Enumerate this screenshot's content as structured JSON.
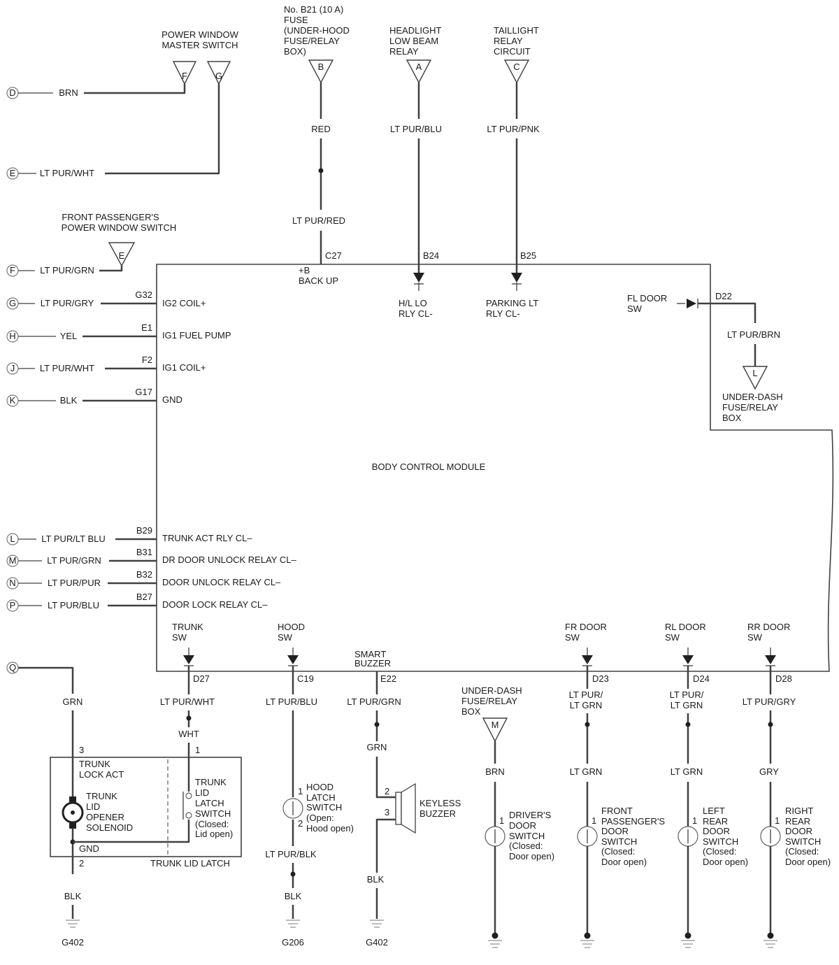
{
  "module": {
    "name": "BODY CONTROL MODULE",
    "top_pins": {
      "c27": "C27",
      "c27_func_1": "+B",
      "c27_func_2": "BACK UP",
      "b24": "B24",
      "b24_func_1": "H/L LO",
      "b24_func_2": "RLY CL-",
      "b25": "B25",
      "b25_func_1": "PARKING LT",
      "b25_func_2": "RLY CL-"
    },
    "fl_door": {
      "label_1": "FL DOOR",
      "label_2": "SW",
      "pin": "D22",
      "wire": "LT PUR/BRN",
      "dest_letter": "L",
      "dest_1": "UNDER-DASH",
      "dest_2": "FUSE/RELAY",
      "dest_3": "BOX"
    },
    "left_pins": [
      {
        "conn": "G",
        "wire": "LT PUR/GRY",
        "pin": "G32",
        "func": "IG2 COIL+"
      },
      {
        "conn": "H",
        "wire": "YEL",
        "pin": "E1",
        "func": "IG1 FUEL PUMP"
      },
      {
        "conn": "J",
        "wire": "LT PUR/WHT",
        "pin": "F2",
        "func": "IG1 COIL+"
      },
      {
        "conn": "K",
        "wire": "BLK",
        "pin": "G17",
        "func": "GND"
      },
      {
        "conn": "L",
        "wire": "LT PUR/LT BLU",
        "pin": "B29",
        "func": "TRUNK ACT RLY CL–"
      },
      {
        "conn": "M",
        "wire": "LT PUR/GRN",
        "pin": "B31",
        "func": "DR DOOR UNLOCK RELAY CL–"
      },
      {
        "conn": "N",
        "wire": "LT PUR/PUR",
        "pin": "B32",
        "func": "DOOR UNLOCK RELAY CL–"
      },
      {
        "conn": "P",
        "wire": "LT PUR/BLU",
        "pin": "B27",
        "func": "DOOR LOCK RELAY CL–"
      }
    ]
  },
  "top_sources": {
    "fuse": {
      "l1": "No. B21 (10 A)",
      "l2": "FUSE",
      "l3": "(UNDER-HOOD",
      "l4": "FUSE/RELAY",
      "l5": "BOX)",
      "letter": "B",
      "wire_1": "RED",
      "wire_2": "LT PUR/RED"
    },
    "headlight": {
      "l1": "HEADLIGHT",
      "l2": "LOW BEAM",
      "l3": "RELAY",
      "letter": "A",
      "wire": "LT PUR/BLU"
    },
    "taillight": {
      "l1": "TAILLIGHT",
      "l2": "RELAY",
      "l3": "CIRCUIT",
      "letter": "C",
      "wire": "LT PUR/PNK"
    }
  },
  "power_window_master": {
    "l1": "POWER WINDOW",
    "l2": "MASTER SWITCH",
    "f": "F",
    "g": "G"
  },
  "front_passenger_window": {
    "l1": "FRONT PASSENGER'S",
    "l2": "POWER WINDOW SWITCH",
    "letter": "E"
  },
  "left_connectors": {
    "d": "D",
    "d_wire": "BRN",
    "e": "E",
    "e_wire": "LT PUR/WHT",
    "f": "F",
    "f_wire": "LT PUR/GRN"
  },
  "bottom": {
    "trunk_sw": {
      "l1": "TRUNK",
      "l2": "SW",
      "pin": "D27",
      "wire_1": "LT PUR/WHT",
      "wire_2": "WHT",
      "pin_num": "1"
    },
    "hood_sw": {
      "l1": "HOOD",
      "l2": "SW",
      "pin": "C19",
      "wire_1": "LT PUR/BLU",
      "wire_2": "LT PUR/BLK",
      "wire_3": "BLK",
      "ground": "G206",
      "n1": "1",
      "n2": "2",
      "s1": "HOOD",
      "s2": "LATCH",
      "s3": "SWITCH",
      "s4": "(Open:",
      "s5": "Hood open)"
    },
    "smart_buzzer": {
      "l1": "SMART",
      "l2": "BUZZER",
      "pin": "E22",
      "wire_1": "LT PUR/GRN",
      "wire_2": "GRN",
      "wire_3": "BLK",
      "ground": "G402",
      "n2": "2",
      "n3": "3",
      "b1": "KEYLESS",
      "b2": "BUZZER"
    },
    "under_dash": {
      "l1": "UNDER-DASH",
      "l2": "FUSE/RELAY",
      "l3": "BOX",
      "letter": "M",
      "wire": "BRN",
      "n1": "1",
      "s1": "DRIVER'S",
      "s2": "DOOR",
      "s3": "SWITCH",
      "s4": "(Closed:",
      "s5": "Door open)"
    },
    "fr_door": {
      "l1": "FR DOOR",
      "l2": "SW",
      "pin": "D23",
      "wire_1a": "LT PUR/",
      "wire_1b": "LT GRN",
      "wire_2": "LT GRN",
      "n1": "1",
      "s1": "FRONT",
      "s2": "PASSENGER'S",
      "s3": "DOOR",
      "s4": "SWITCH",
      "s5": "(Closed:",
      "s6": "Door open)"
    },
    "rl_door": {
      "l1": "RL DOOR",
      "l2": "SW",
      "pin": "D24",
      "wire_1a": "LT PUR/",
      "wire_1b": "LT GRN",
      "wire_2": "LT GRN",
      "n1": "1",
      "s1": "LEFT",
      "s2": "REAR",
      "s3": "DOOR",
      "s4": "SWITCH",
      "s5": "(Closed:",
      "s6": "Door open)"
    },
    "rr_door": {
      "l1": "RR DOOR",
      "l2": "SW",
      "pin": "D28",
      "wire_1": "LT PUR/GRY",
      "wire_2": "GRY",
      "n1": "1",
      "s1": "RIGHT",
      "s2": "REAR",
      "s3": "DOOR",
      "s4": "SWITCH",
      "s5": "(Closed:",
      "s6": "Door open)"
    }
  },
  "trunk": {
    "conn": "Q",
    "wire": "GRN",
    "wire_bottom": "BLK",
    "ground": "G402",
    "n3": "3",
    "n2": "2",
    "act_1": "TRUNK",
    "act_2": "LOCK ACT",
    "sol_1": "TRUNK",
    "sol_2": "LID",
    "sol_3": "OPENER",
    "sol_4": "SOLENOID",
    "gnd": "GND",
    "latch_1": "TRUNK",
    "latch_2": "LID",
    "latch_3": "LATCH",
    "latch_4": "SWITCH",
    "latch_5": "(Closed:",
    "latch_6": "Lid open)",
    "footer": "TRUNK LID LATCH"
  }
}
